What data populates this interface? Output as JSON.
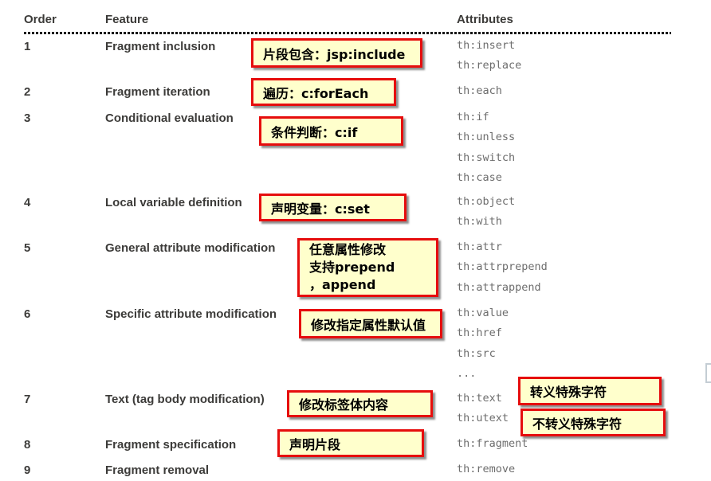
{
  "table": {
    "headers": {
      "order": "Order",
      "feature": "Feature",
      "attributes": "Attributes"
    },
    "rows": [
      {
        "order": "1",
        "feature": "Fragment inclusion",
        "attrs": [
          "th:insert",
          "th:replace"
        ]
      },
      {
        "order": "2",
        "feature": "Fragment iteration",
        "attrs": [
          "th:each"
        ]
      },
      {
        "order": "3",
        "feature": "Conditional evaluation",
        "attrs": [
          "th:if",
          "th:unless",
          "th:switch",
          "th:case"
        ]
      },
      {
        "order": "4",
        "feature": "Local variable definition",
        "attrs": [
          "th:object",
          "th:with"
        ]
      },
      {
        "order": "5",
        "feature": "General attribute modification",
        "attrs": [
          "th:attr",
          "th:attrprepend",
          "th:attrappend"
        ]
      },
      {
        "order": "6",
        "feature": "Specific attribute modification",
        "attrs": [
          "th:value",
          "th:href",
          "th:src",
          "..."
        ]
      },
      {
        "order": "7",
        "feature": "Text (tag body modification)",
        "attrs": [
          "th:text",
          "th:utext"
        ]
      },
      {
        "order": "8",
        "feature": "Fragment specification",
        "attrs": [
          "th:fragment"
        ]
      },
      {
        "order": "9",
        "feature": "Fragment removal",
        "attrs": [
          "th:remove"
        ]
      }
    ]
  },
  "annotations": [
    {
      "text": "片段包含：jsp:include"
    },
    {
      "text": "遍历：c:forEach"
    },
    {
      "text": "条件判断：c:if"
    },
    {
      "text": "声明变量：c:set"
    },
    {
      "lines": [
        "任意属性修改",
        "支持prepend",
        "，append"
      ]
    },
    {
      "text": "修改指定属性默认值"
    },
    {
      "text": "修改标签体内容"
    },
    {
      "text": "转义特殊字符"
    },
    {
      "text": "不转义特殊字符"
    },
    {
      "text": "声明片段"
    }
  ],
  "colors": {
    "callout_background": "#ffffcc",
    "callout_border": "#e60d0d",
    "heading_text": "#3c3b39",
    "attribute_text": "#6d6d6d"
  }
}
